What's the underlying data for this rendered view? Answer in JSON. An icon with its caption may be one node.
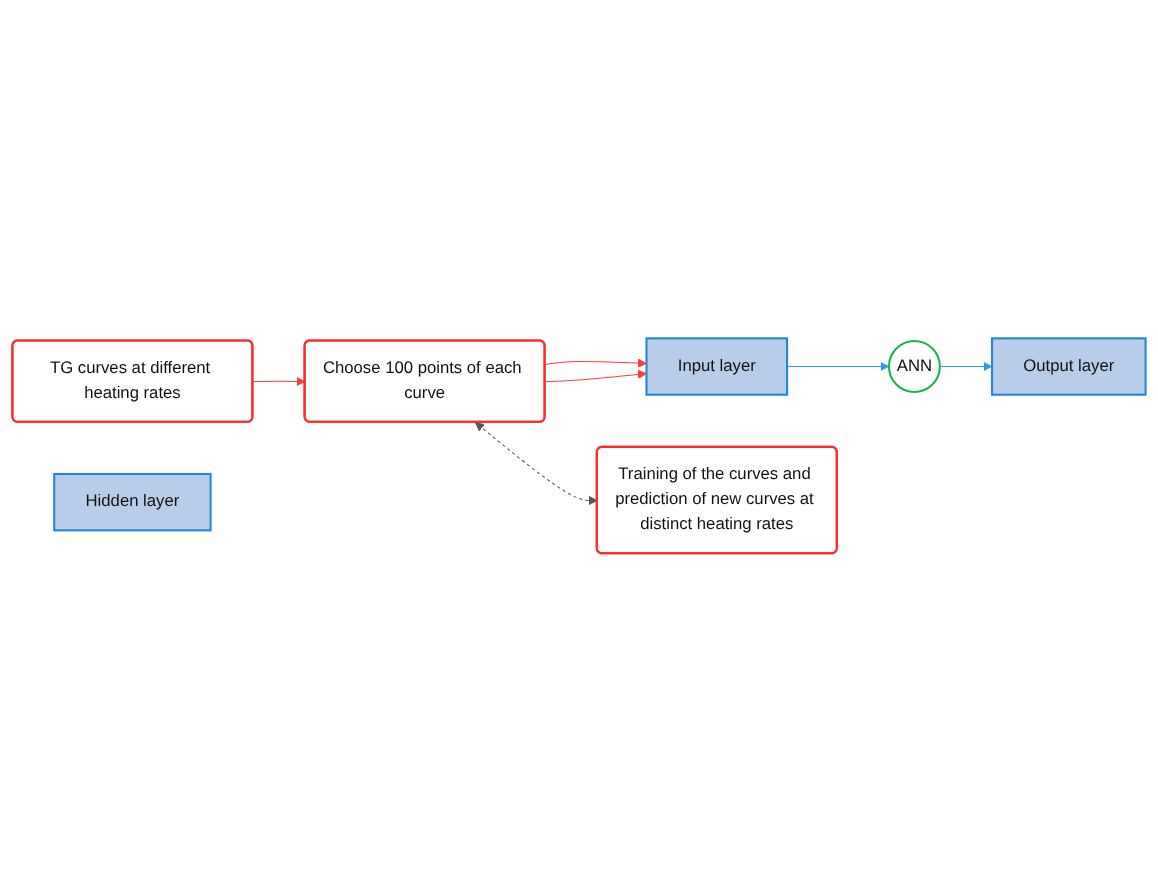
{
  "diagram": {
    "nodes": [
      {
        "text": [
          "TG curves at different heating rates"
        ]
      },
      {
        "text": [
          "Choose 100 points of each curve"
        ]
      },
      {
        "text": [
          "Input layer"
        ]
      },
      {
        "text": [
          "ANN"
        ]
      },
      {
        "text": [
          "Hidden layer"
        ]
      },
      {
        "text": [
          "Output layer"
        ]
      },
      {
        "text": [
          "Training of the curves and prediction of new curves at distinct heating rates"
        ]
      }
    ],
    "edges": [
      {
        "from": 0,
        "to": 1,
        "arrow": "to"
      },
      {
        "from": 1,
        "to": 2,
        "arrow": "to"
      },
      {
        "from": 1,
        "to": 2,
        "arrow": "to"
      },
      {
        "from": 2,
        "to": 3,
        "arrow": "to",
        "color": "#2f9be0"
      },
      {
        "from": 3,
        "to": 5,
        "arrow": "to",
        "color": "#2f9be0"
      },
      {
        "from": 1,
        "to": 6,
        "arrow": "both",
        "style": "dashed",
        "color": "#555555"
      }
    ]
  }
}
